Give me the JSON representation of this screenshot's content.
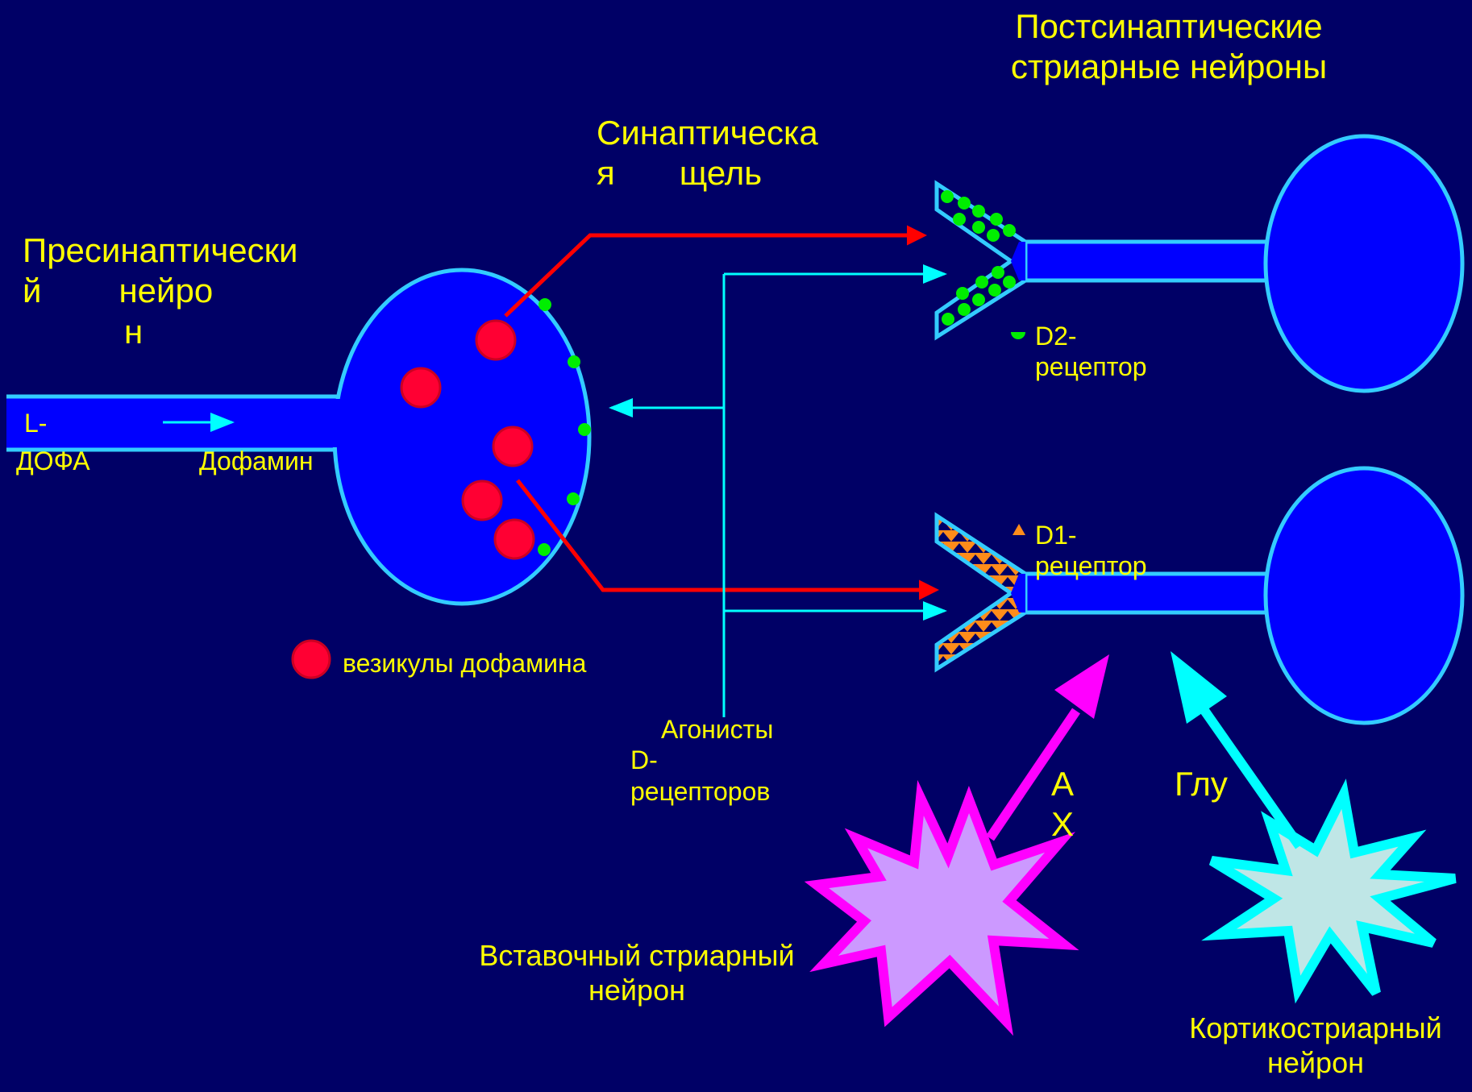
{
  "colors": {
    "background": "#000066",
    "neuron_fill": "#0000ff",
    "neuron_outline": "#33ccff",
    "vesicle": "#ff0033",
    "d2_receptor": "#00ee00",
    "d1_receptor": "#ff8c1a",
    "arrow_red": "#ff0000",
    "arrow_cyan": "#00ffff",
    "arrow_magenta": "#ff00ff",
    "interneuron_fill": "#cc99ff",
    "cortical_fill": "#bfe6e6",
    "text": "#ffff00"
  },
  "labels": {
    "postsynaptic": [
      "Постсинаптические",
      "стриарные нейроны"
    ],
    "synaptic_cleft": [
      "Синаптическа",
      "я",
      "щель"
    ],
    "presynaptic": [
      "Пресинаптически",
      "й",
      "нейро",
      "н"
    ],
    "ldopa": [
      "L-",
      "ДОФА"
    ],
    "dopamine": "Дофамин",
    "d2_receptor": [
      "D2-",
      "рецептор"
    ],
    "d1_receptor": [
      "D1-",
      "рецептор"
    ],
    "vesicles": "везикулы дофамина",
    "agonists": [
      "Агонисты",
      "D-",
      "рецепторов"
    ],
    "ach": [
      "А",
      "Х"
    ],
    "glu": "Глу",
    "interneuron": [
      "Вставочный стриарный",
      "нейрон"
    ],
    "corticostriatal": [
      "Кортикостриарный",
      "нейрон"
    ]
  },
  "icons": {
    "vesicle_legend": "red-circle",
    "d2_legend": "green-semicircle",
    "d1_legend": "orange-triangle"
  }
}
